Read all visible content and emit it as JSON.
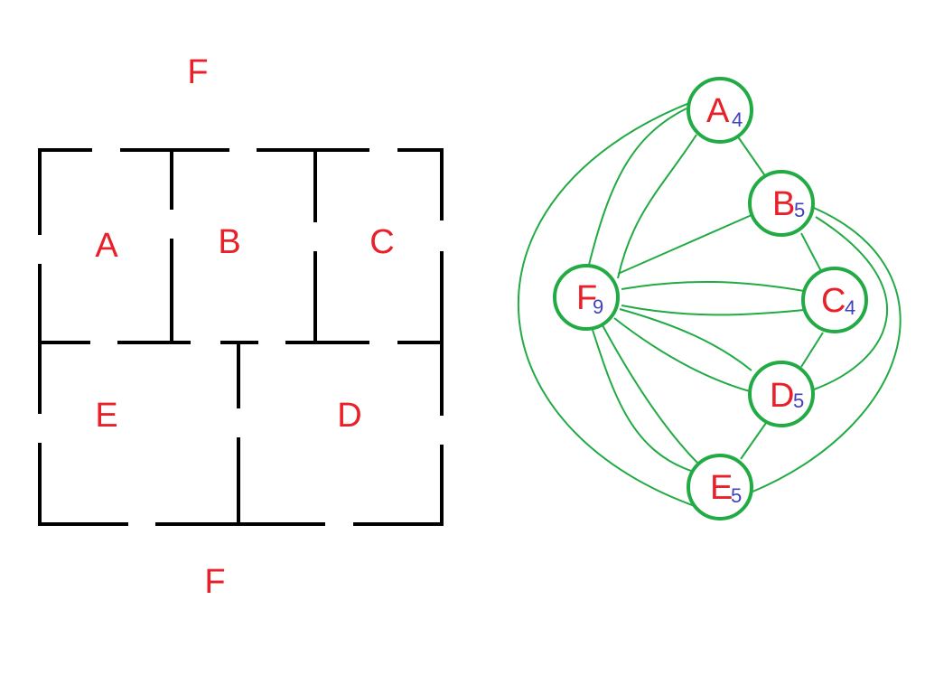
{
  "floor_plan": {
    "rooms": [
      {
        "id": "A",
        "label": "A"
      },
      {
        "id": "B",
        "label": "B"
      },
      {
        "id": "C",
        "label": "C"
      },
      {
        "id": "D",
        "label": "D"
      },
      {
        "id": "E",
        "label": "E"
      }
    ],
    "outside_top_label": "F",
    "outside_bottom_label": "F",
    "wall_color": "#000000",
    "label_color": "#e8202a"
  },
  "graph": {
    "edge_color": "#22aa44",
    "letter_color": "#e8202a",
    "degree_color": "#4040c0",
    "nodes": [
      {
        "id": "A",
        "letter": "A",
        "degree": "4"
      },
      {
        "id": "B",
        "letter": "B",
        "degree": "5"
      },
      {
        "id": "C",
        "letter": "C",
        "degree": "4"
      },
      {
        "id": "D",
        "letter": "D",
        "degree": "5"
      },
      {
        "id": "E",
        "letter": "E",
        "degree": "5"
      },
      {
        "id": "F",
        "letter": "F",
        "degree": "9"
      }
    ],
    "edges": [
      [
        "A",
        "B"
      ],
      [
        "B",
        "C"
      ],
      [
        "C",
        "D"
      ],
      [
        "D",
        "E"
      ],
      [
        "A",
        "F"
      ],
      [
        "A",
        "F"
      ],
      [
        "A",
        "E"
      ],
      [
        "B",
        "F"
      ],
      [
        "B",
        "D"
      ],
      [
        "B",
        "E"
      ],
      [
        "C",
        "F"
      ],
      [
        "C",
        "F"
      ],
      [
        "D",
        "F"
      ],
      [
        "D",
        "F"
      ],
      [
        "E",
        "F"
      ],
      [
        "E",
        "F"
      ]
    ]
  }
}
